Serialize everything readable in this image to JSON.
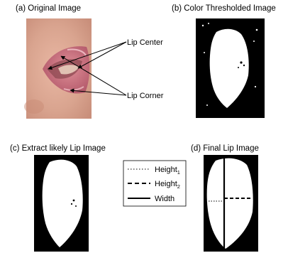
{
  "panels": {
    "a": {
      "caption": "(a) Original Image"
    },
    "b": {
      "caption": "(b) Color Thresholded Image"
    },
    "c": {
      "caption": "(c) Extract likely Lip Image"
    },
    "d": {
      "caption": "(d) Final Lip Image"
    }
  },
  "annotations": {
    "lip_center": "Lip Center",
    "lip_corner": "Lip Corner"
  },
  "legend": {
    "items": [
      {
        "label": "Height",
        "subscript": "1",
        "style": "dotted"
      },
      {
        "label": "Height",
        "subscript": "2",
        "style": "dashed"
      },
      {
        "label": "Width",
        "subscript": "",
        "style": "solid"
      }
    ]
  },
  "colors": {
    "mask_background": "#000000",
    "mask_foreground": "#ffffff",
    "skin": "#d9a48f",
    "lip": "#c06a78"
  }
}
